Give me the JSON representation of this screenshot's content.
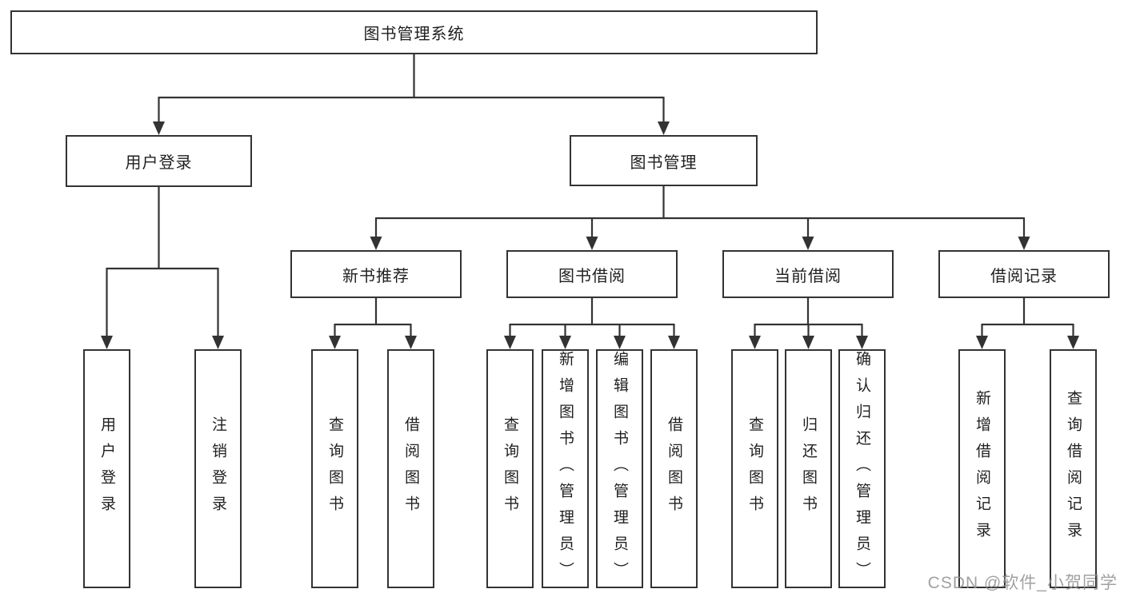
{
  "diagram": {
    "root": {
      "label": "图书管理系统"
    },
    "branches": [
      {
        "label": "用户登录",
        "children": [
          {
            "label": "用户登录"
          },
          {
            "label": "注销登录"
          }
        ]
      },
      {
        "label": "图书管理",
        "children": [
          {
            "label": "新书推荐",
            "children": [
              {
                "label": "查询图书"
              },
              {
                "label": "借阅图书"
              }
            ]
          },
          {
            "label": "图书借阅",
            "children": [
              {
                "label": "查询图书"
              },
              {
                "label": "新增图书（管理员）"
              },
              {
                "label": "编辑图书（管理员）"
              },
              {
                "label": "借阅图书"
              }
            ]
          },
          {
            "label": "当前借阅",
            "children": [
              {
                "label": "查询图书"
              },
              {
                "label": "归还图书"
              },
              {
                "label": "确认归还（管理员）"
              }
            ]
          },
          {
            "label": "借阅记录",
            "children": [
              {
                "label": "新增借阅记录"
              },
              {
                "label": "查询借阅记录"
              }
            ]
          }
        ]
      }
    ]
  },
  "watermark": {
    "text": "CSDN @软件_小贺同学"
  },
  "colors": {
    "line": "#333333",
    "node_border": "#333333",
    "text": "#1f1f1f",
    "watermark": "#919191",
    "background": "#ffffff"
  }
}
